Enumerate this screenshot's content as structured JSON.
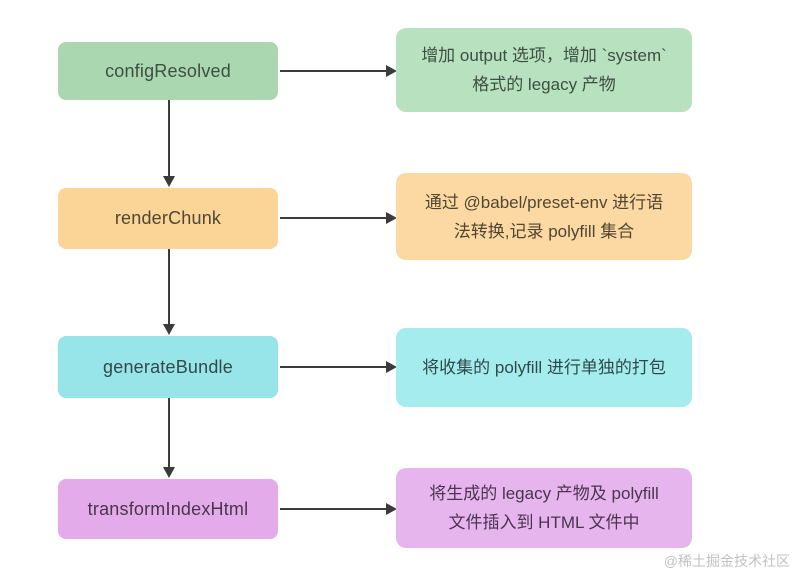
{
  "flow": {
    "nodes": [
      {
        "label": "configResolved",
        "desc_lines": [
          "增加 output 选项，增加 `system`",
          "格式的 legacy 产物"
        ],
        "node_color": "#aad7b0",
        "desc_color": "#b8e1bf"
      },
      {
        "label": "renderChunk",
        "desc_lines": [
          "通过 @babel/preset-env 进行语",
          "法转换,记录 polyfill 集合"
        ],
        "node_color": "#fbd497",
        "desc_color": "#fcd9a2"
      },
      {
        "label": "generateBundle",
        "desc_lines": [
          "将收集的 polyfill 进行单独的打包"
        ],
        "node_color": "#98e5e9",
        "desc_color": "#a5ecef"
      },
      {
        "label": "transformIndexHtml",
        "desc_lines": [
          "将生成的 legacy 产物及 polyfill",
          "文件插入到 HTML 文件中"
        ],
        "node_color": "#e3abe9",
        "desc_color": "#e7b5ee"
      }
    ],
    "arrow_color": "#3b3b3b"
  },
  "watermark": "@稀土掘金技术社区",
  "colors": {
    "background": "#ffffff",
    "green_node": "#aad7b0",
    "green_desc": "#b8e1bf",
    "orange_node": "#fbd497",
    "orange_desc": "#fcd9a2",
    "cyan_node": "#98e5e9",
    "cyan_desc": "#a5ecef",
    "purple_node": "#e3abe9",
    "purple_desc": "#e7b5ee",
    "arrow": "#3b3b3b",
    "watermark_text": "#c2c1c6"
  }
}
